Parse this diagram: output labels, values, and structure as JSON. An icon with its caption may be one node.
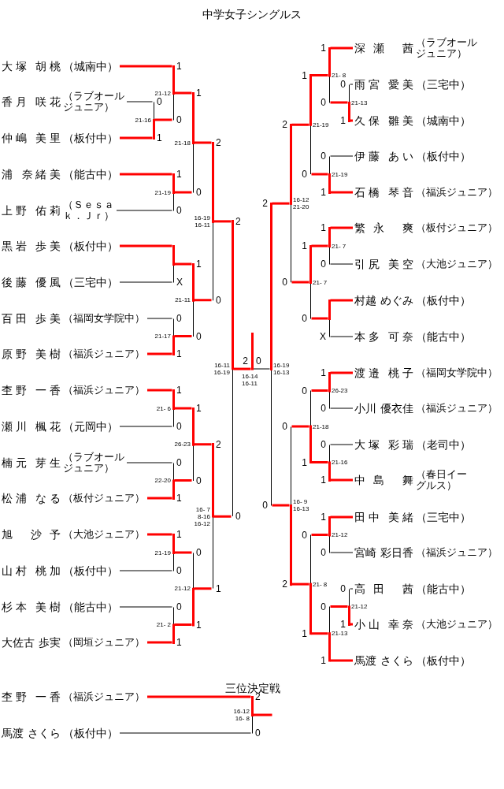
{
  "diagram": {
    "title": "中学女子シングルス",
    "nodes": [
      {
        "text": [
          "大塚 胡桃",
          "（城南中）"
        ]
      },
      {
        "text": [
          "香月 咲花",
          "（ラブオールジュニア）"
        ]
      },
      {
        "text": [
          "仲嶋 美里",
          "（板付中）"
        ]
      },
      {
        "text": [
          "浦 奈緒美",
          "（能古中）"
        ]
      },
      {
        "text": [
          "上野 佑莉",
          "（Ｓｅｓａｋ．Ｊｒ）"
        ]
      },
      {
        "text": [
          "黒岩 歩美",
          "（板付中）"
        ]
      },
      {
        "text": [
          "後藤 優風",
          "（三宅中）"
        ]
      },
      {
        "text": [
          "百田 歩美",
          "（福岡女学院中）"
        ]
      },
      {
        "text": [
          "原野 美樹",
          "（福浜ジュニア）"
        ]
      },
      {
        "text": [
          "杢野 一香",
          "（福浜ジュニア）"
        ]
      },
      {
        "text": [
          "瀬川 楓花",
          "（元岡中）"
        ]
      },
      {
        "text": [
          "楠元 芽生",
          "（ラブオールジュニア）"
        ]
      },
      {
        "text": [
          "松浦 なる",
          "（板付ジュニア）"
        ]
      },
      {
        "text": [
          "旭 沙予",
          "（大池ジュニア）"
        ]
      },
      {
        "text": [
          "山村 桃加",
          "（板付中）"
        ]
      },
      {
        "text": [
          "杉本 美樹",
          "（能古中）"
        ]
      },
      {
        "text": [
          "大佐古 歩実",
          "（岡垣ジュニア）"
        ]
      },
      {
        "text": [
          "深瀬 茜",
          "（ラブオールジュニア）"
        ]
      },
      {
        "text": [
          "雨宮 愛美",
          "（三宅中）"
        ]
      },
      {
        "text": [
          "久保 雛美",
          "（城南中）"
        ]
      },
      {
        "text": [
          "伊藤 あい",
          "（板付中）"
        ]
      },
      {
        "text": [
          "石橋 琴音",
          "（福浜ジュニア）"
        ]
      },
      {
        "text": [
          "繁永 爽",
          "（板付ジュニア）"
        ]
      },
      {
        "text": [
          "引尻 美空",
          "（大池ジュニア）"
        ]
      },
      {
        "text": [
          "村越 めぐみ",
          "（板付中）"
        ]
      },
      {
        "text": [
          "本多 可奈",
          "（能古中）"
        ]
      },
      {
        "text": [
          "渡邉 桃子",
          "（福岡女学院中）"
        ]
      },
      {
        "text": [
          "小川 優衣佳",
          "（福浜ジュニア）"
        ]
      },
      {
        "text": [
          "大塚 彩瑞",
          "（老司中）"
        ]
      },
      {
        "text": [
          "中島 舞",
          "（春日イーグルス）"
        ]
      },
      {
        "text": [
          "田中 美緒",
          "（三宅中）"
        ]
      },
      {
        "text": [
          "宮崎 彩日香",
          "（福浜ジュニア）"
        ]
      },
      {
        "text": [
          "高田 茜",
          "（能古中）"
        ]
      },
      {
        "text": [
          "小山 幸奈",
          "（大池ジュニア）"
        ]
      },
      {
        "text": [
          "馬渡 さくら",
          "（板付中）"
        ]
      },
      {
        "text": [
          "杢野 一香",
          "（福浜ジュニア）"
        ]
      },
      {
        "text": [
          "馬渡 さくら",
          "（板付中）"
        ]
      },
      {
        "text": [],
        "shape": "bracket",
        "beside": [
          "21-16"
        ]
      },
      {
        "text": [],
        "shape": "bracket",
        "beside": [
          "21-12"
        ]
      },
      {
        "text": [],
        "shape": "bracket",
        "beside": [
          "21-19"
        ]
      },
      {
        "text": [],
        "shape": "bracket",
        "beside": [
          "21-18"
        ]
      },
      {
        "text": [],
        "shape": "bracket"
      },
      {
        "text": [],
        "shape": "bracket",
        "beside": [
          "21-17"
        ]
      },
      {
        "text": [],
        "shape": "bracket",
        "beside": [
          "21-11"
        ]
      },
      {
        "text": [],
        "shape": "bracket",
        "beside": [
          "16-19",
          "16-11"
        ]
      },
      {
        "text": [],
        "shape": "bracket",
        "beside": [
          "21- 6"
        ]
      },
      {
        "text": [],
        "shape": "bracket",
        "beside": [
          "22-20"
        ]
      },
      {
        "text": [],
        "shape": "bracket",
        "beside": [
          "26-23"
        ]
      },
      {
        "text": [],
        "shape": "bracket",
        "beside": [
          "21-19"
        ]
      },
      {
        "text": [],
        "shape": "bracket",
        "beside": [
          "21- 2"
        ]
      },
      {
        "text": [],
        "shape": "bracket",
        "beside": [
          "21-12"
        ]
      },
      {
        "text": [],
        "shape": "bracket",
        "beside": [
          "16- 7",
          "8-16",
          "16-12"
        ]
      },
      {
        "text": [],
        "shape": "bracket",
        "beside": [
          "16-11",
          "16-19"
        ]
      },
      {
        "text": [],
        "shape": "bracket",
        "beside": [
          "21-13"
        ]
      },
      {
        "text": [],
        "shape": "bracket",
        "beside": [
          "21- 8"
        ]
      },
      {
        "text": [],
        "shape": "bracket",
        "beside": [
          "21-19"
        ]
      },
      {
        "text": [],
        "shape": "bracket",
        "beside": [
          "21-19"
        ]
      },
      {
        "text": [],
        "shape": "bracket",
        "beside": [
          "21- 7"
        ]
      },
      {
        "text": [],
        "shape": "bracket"
      },
      {
        "text": [],
        "shape": "bracket",
        "beside": [
          "21- 7"
        ]
      },
      {
        "text": [],
        "shape": "bracket",
        "beside": [
          "16-12",
          "21-20"
        ]
      },
      {
        "text": [],
        "shape": "bracket",
        "beside": [
          "26-23"
        ]
      },
      {
        "text": [],
        "shape": "bracket",
        "beside": [
          "21-16"
        ]
      },
      {
        "text": [],
        "shape": "bracket",
        "beside": [
          "21-18"
        ]
      },
      {
        "text": [],
        "shape": "bracket",
        "beside": [
          "21-12"
        ]
      },
      {
        "text": [],
        "shape": "bracket",
        "beside": [
          "21-12"
        ]
      },
      {
        "text": [],
        "shape": "bracket",
        "beside": [
          "21-13"
        ]
      },
      {
        "text": [],
        "shape": "bracket",
        "beside": [
          "21- 8"
        ]
      },
      {
        "text": [],
        "shape": "bracket",
        "beside": [
          "16- 9",
          "16-13"
        ]
      },
      {
        "text": [],
        "shape": "bracket",
        "beside": [
          "16-19",
          "16-13"
        ]
      },
      {
        "text": [],
        "shape": "bar",
        "beside": [
          "16-14",
          "16-11"
        ]
      },
      {
        "text": [],
        "shape": "bracket",
        "beside": [
          "16-12",
          "16- 8"
        ]
      }
    ],
    "edges": [
      {
        "from": 1,
        "to": 37,
        "arrow": "none",
        "label": "0",
        "color": "#000000"
      },
      {
        "from": 2,
        "to": 37,
        "arrow": "none",
        "label": "1"
      },
      {
        "from": 0,
        "to": 38,
        "arrow": "none",
        "label": "1"
      },
      {
        "from": 37,
        "to": 38,
        "arrow": "none",
        "label": "0"
      },
      {
        "from": 3,
        "to": 39,
        "arrow": "none",
        "label": "1"
      },
      {
        "from": 4,
        "to": 39,
        "arrow": "none",
        "label": "0",
        "color": "#000000"
      },
      {
        "from": 38,
        "to": 40,
        "arrow": "none",
        "label": "1"
      },
      {
        "from": 39,
        "to": 40,
        "arrow": "none",
        "label": "0"
      },
      {
        "from": 5,
        "to": 41,
        "arrow": "none"
      },
      {
        "from": 6,
        "to": 41,
        "arrow": "none",
        "label": "X",
        "color": "#000000"
      },
      {
        "from": 7,
        "to": 42,
        "arrow": "none",
        "label": "0",
        "color": "#000000"
      },
      {
        "from": 8,
        "to": 42,
        "arrow": "none",
        "label": "1"
      },
      {
        "from": 41,
        "to": 43,
        "arrow": "none",
        "label": "1"
      },
      {
        "from": 42,
        "to": 43,
        "arrow": "none",
        "label": "0"
      },
      {
        "from": 40,
        "to": 44,
        "arrow": "none",
        "label": "2"
      },
      {
        "from": 43,
        "to": 44,
        "arrow": "none",
        "label": "0"
      },
      {
        "from": 9,
        "to": 45,
        "arrow": "none",
        "label": "1"
      },
      {
        "from": 10,
        "to": 45,
        "arrow": "none",
        "label": "0",
        "color": "#000000"
      },
      {
        "from": 11,
        "to": 46,
        "arrow": "none",
        "label": "0",
        "color": "#000000"
      },
      {
        "from": 12,
        "to": 46,
        "arrow": "none",
        "label": "1"
      },
      {
        "from": 45,
        "to": 47,
        "arrow": "none",
        "label": "1"
      },
      {
        "from": 46,
        "to": 47,
        "arrow": "none",
        "label": "0"
      },
      {
        "from": 13,
        "to": 48,
        "arrow": "none",
        "label": "1"
      },
      {
        "from": 14,
        "to": 48,
        "arrow": "none",
        "label": "0",
        "color": "#000000"
      },
      {
        "from": 15,
        "to": 49,
        "arrow": "none",
        "label": "0",
        "color": "#000000"
      },
      {
        "from": 16,
        "to": 49,
        "arrow": "none",
        "label": "1"
      },
      {
        "from": 48,
        "to": 50,
        "arrow": "none",
        "label": "0"
      },
      {
        "from": 49,
        "to": 50,
        "arrow": "none",
        "label": "1"
      },
      {
        "from": 47,
        "to": 51,
        "arrow": "none",
        "label": "2"
      },
      {
        "from": 50,
        "to": 51,
        "arrow": "none",
        "label": "1"
      },
      {
        "from": 44,
        "to": 52,
        "arrow": "none",
        "label": "2"
      },
      {
        "from": 51,
        "to": 52,
        "arrow": "none",
        "label": "0"
      },
      {
        "from": 18,
        "to": 53,
        "arrow": "none",
        "label": "0",
        "color": "#000000"
      },
      {
        "from": 19,
        "to": 53,
        "arrow": "none",
        "label": "1"
      },
      {
        "from": 17,
        "to": 54,
        "arrow": "none",
        "label": "1"
      },
      {
        "from": 53,
        "to": 54,
        "arrow": "none",
        "label": "0"
      },
      {
        "from": 20,
        "to": 55,
        "arrow": "none",
        "label": "0",
        "color": "#000000"
      },
      {
        "from": 21,
        "to": 55,
        "arrow": "none",
        "label": "1"
      },
      {
        "from": 54,
        "to": 56,
        "arrow": "none",
        "label": "1"
      },
      {
        "from": 55,
        "to": 56,
        "arrow": "none",
        "label": "0"
      },
      {
        "from": 22,
        "to": 57,
        "arrow": "none",
        "label": "1"
      },
      {
        "from": 23,
        "to": 57,
        "arrow": "none",
        "label": "0",
        "color": "#000000"
      },
      {
        "from": 24,
        "to": 58,
        "arrow": "none"
      },
      {
        "from": 25,
        "to": 58,
        "arrow": "none",
        "label": "X",
        "color": "#000000"
      },
      {
        "from": 57,
        "to": 59,
        "arrow": "none",
        "label": "1"
      },
      {
        "from": 58,
        "to": 59,
        "arrow": "none",
        "label": "0"
      },
      {
        "from": 56,
        "to": 60,
        "arrow": "none",
        "label": "2"
      },
      {
        "from": 59,
        "to": 60,
        "arrow": "none",
        "label": "0"
      },
      {
        "from": 26,
        "to": 61,
        "arrow": "none",
        "label": "1"
      },
      {
        "from": 27,
        "to": 61,
        "arrow": "none",
        "label": "0",
        "color": "#000000"
      },
      {
        "from": 28,
        "to": 62,
        "arrow": "none",
        "label": "0",
        "color": "#000000"
      },
      {
        "from": 29,
        "to": 62,
        "arrow": "none",
        "label": "1"
      },
      {
        "from": 61,
        "to": 63,
        "arrow": "none",
        "label": "0"
      },
      {
        "from": 62,
        "to": 63,
        "arrow": "none",
        "label": "1"
      },
      {
        "from": 30,
        "to": 64,
        "arrow": "none",
        "label": "1"
      },
      {
        "from": 31,
        "to": 64,
        "arrow": "none",
        "label": "0",
        "color": "#000000"
      },
      {
        "from": 32,
        "to": 65,
        "arrow": "none",
        "label": "0",
        "color": "#000000"
      },
      {
        "from": 33,
        "to": 65,
        "arrow": "none",
        "label": "1"
      },
      {
        "from": 65,
        "to": 66,
        "arrow": "none",
        "label": "0"
      },
      {
        "from": 34,
        "to": 66,
        "arrow": "none",
        "label": "1"
      },
      {
        "from": 64,
        "to": 67,
        "arrow": "none",
        "label": "0"
      },
      {
        "from": 66,
        "to": 67,
        "arrow": "none",
        "label": "1"
      },
      {
        "from": 63,
        "to": 68,
        "arrow": "none",
        "label": "0"
      },
      {
        "from": 67,
        "to": 68,
        "arrow": "none",
        "label": "2"
      },
      {
        "from": 60,
        "to": 69,
        "arrow": "none",
        "label": "2"
      },
      {
        "from": 68,
        "to": 69,
        "arrow": "none",
        "label": "0"
      },
      {
        "from": 52,
        "to": 70,
        "arrow": "none",
        "label": "2"
      },
      {
        "from": 69,
        "to": 70,
        "arrow": "none",
        "label": "0",
        "color": "#000000"
      },
      {
        "from": 35,
        "to": 71,
        "arrow": "none",
        "label": "2"
      },
      {
        "from": 36,
        "to": 71,
        "arrow": "none",
        "label": "0",
        "color": "#000000"
      },
      {
        "from": 71,
        "to": null,
        "arrow": "none"
      }
    ],
    "labels": [
      "三位決定戦"
    ]
  }
}
